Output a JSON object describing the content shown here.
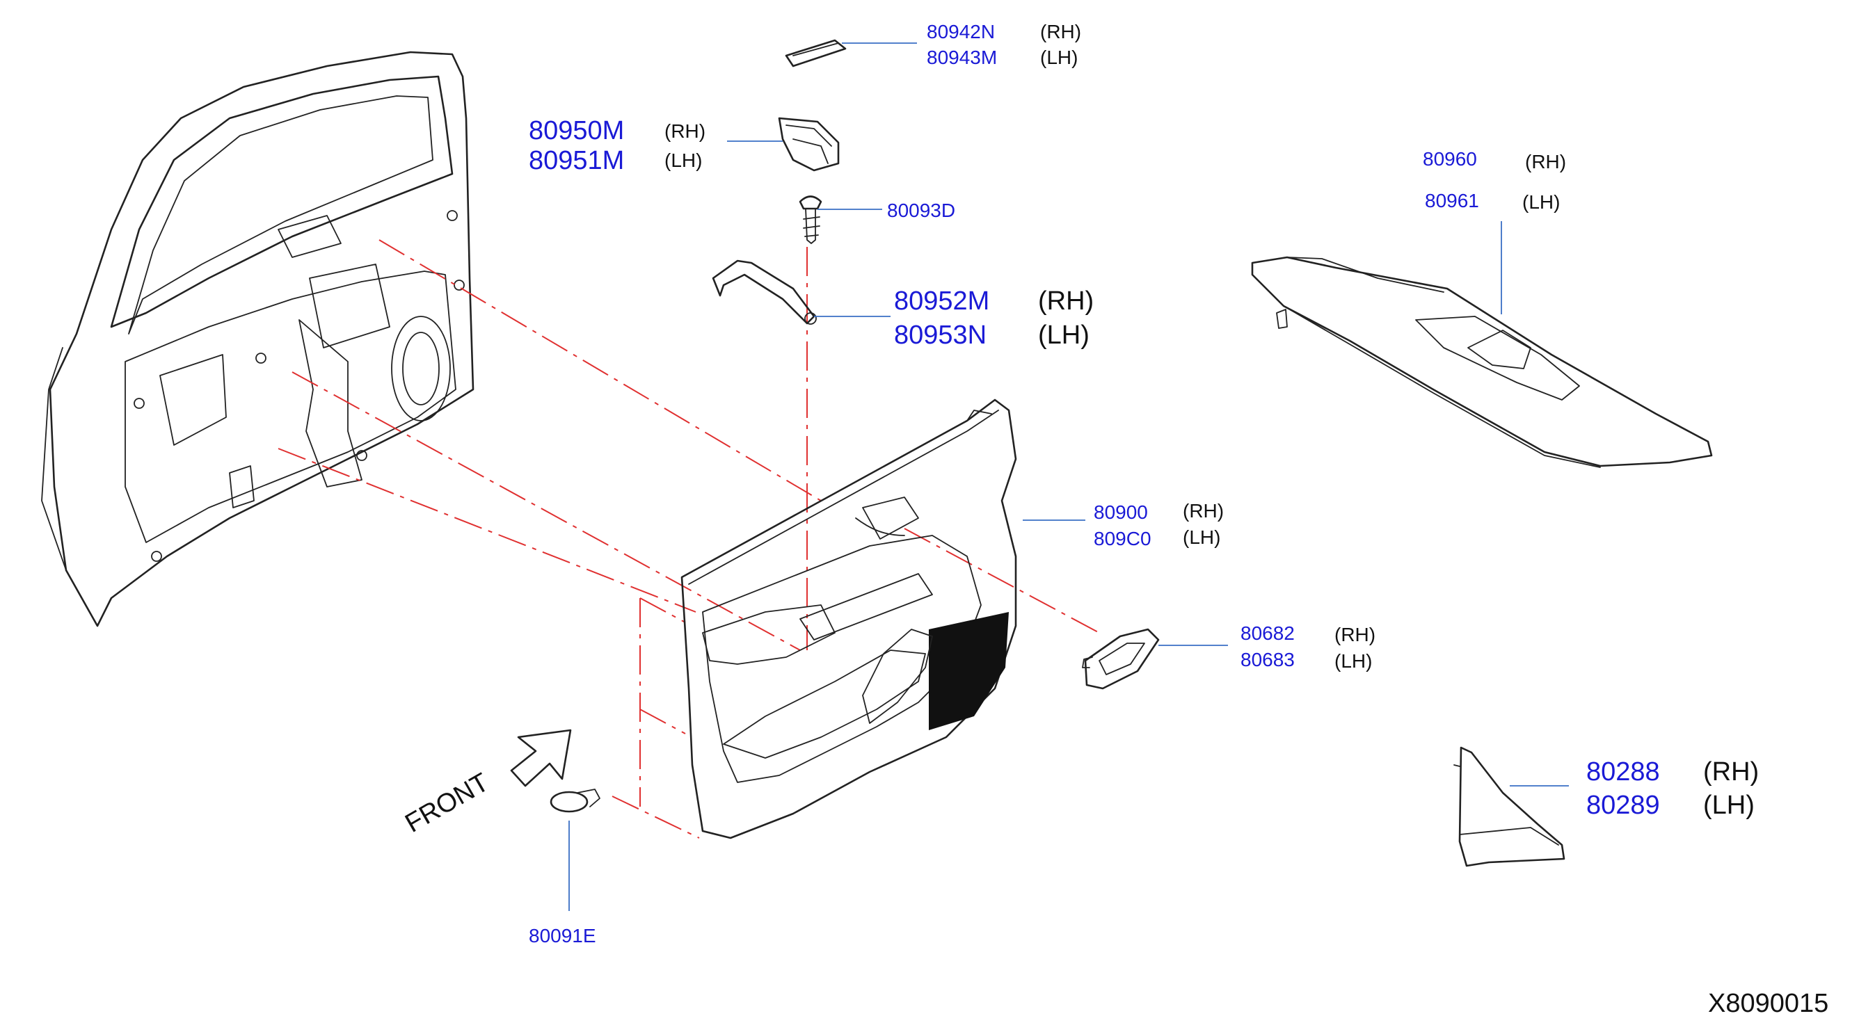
{
  "diagram_id": "X8090015",
  "front_label": "FRONT",
  "callouts": [
    {
      "id": "grip-cover",
      "rh": "80942N",
      "lh": "80943M",
      "rh_side": "(RH)",
      "lh_side": "(LH)"
    },
    {
      "id": "pull-pocket",
      "rh": "80950M",
      "lh": "80951M",
      "rh_side": "(RH)",
      "lh_side": "(LH)"
    },
    {
      "id": "clip",
      "part": "80093D"
    },
    {
      "id": "bracket",
      "rh": "80952M",
      "lh": "80953N",
      "rh_side": "(RH)",
      "lh_side": "(LH)"
    },
    {
      "id": "armrest-finisher",
      "rh": "80960",
      "lh": "80961",
      "rh_side": "(RH)",
      "lh_side": "(LH)"
    },
    {
      "id": "door-trim",
      "rh": "80900",
      "lh": "809C0",
      "rh_side": "(RH)",
      "lh_side": "(LH)"
    },
    {
      "id": "escutcheon",
      "rh": "80682",
      "lh": "80683",
      "rh_side": "(RH)",
      "lh_side": "(LH)"
    },
    {
      "id": "corner-finisher",
      "rh": "80288",
      "lh": "80289",
      "rh_side": "(RH)",
      "lh_side": "(LH)"
    },
    {
      "id": "grommet",
      "part": "80091E"
    }
  ]
}
